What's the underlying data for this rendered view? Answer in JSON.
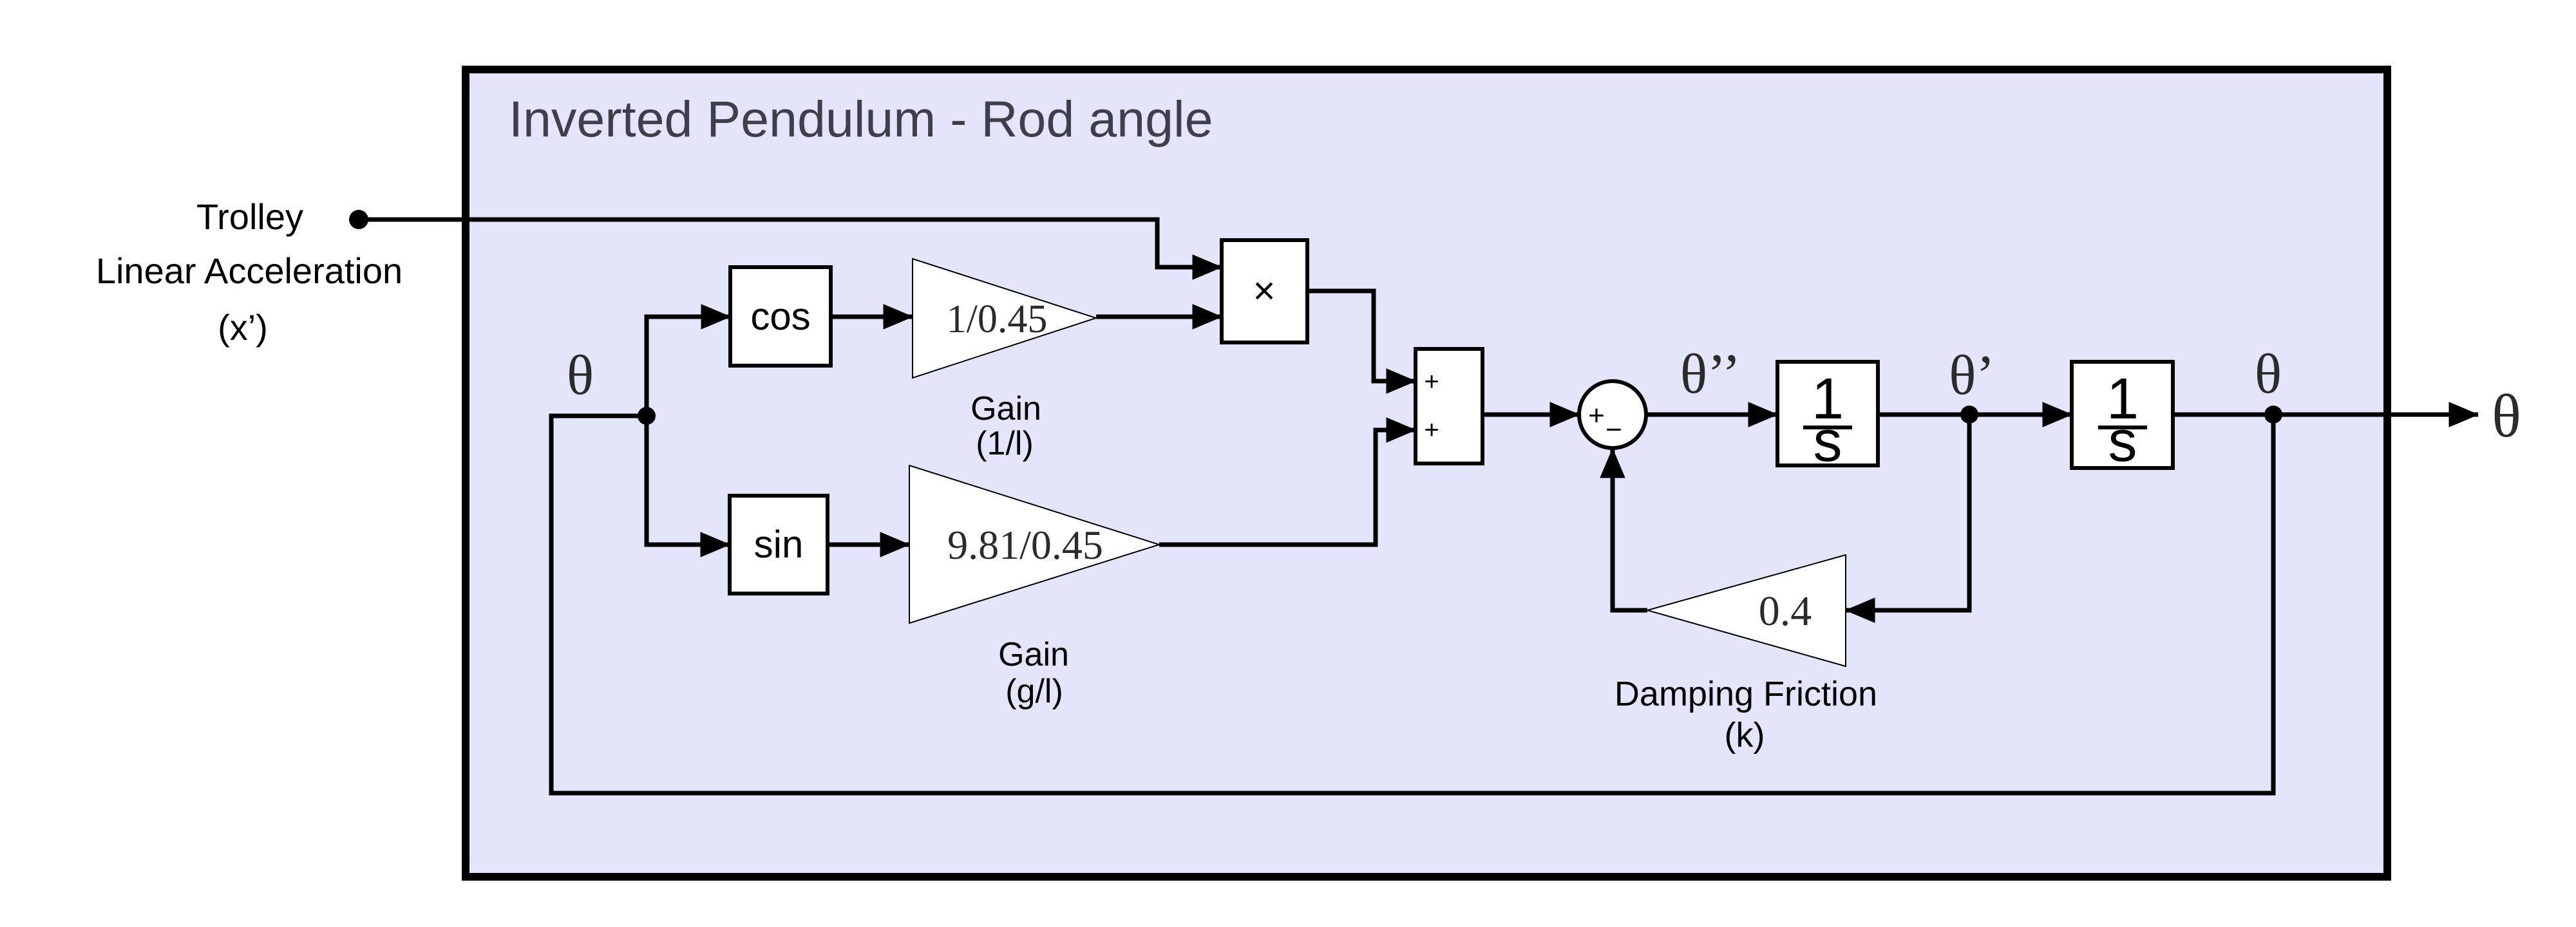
{
  "title": "Inverted Pendulum - Rod angle",
  "colors": {
    "background": "#FFFFFF",
    "box_fill": "#E4E4FA",
    "box_border": "#000000",
    "block_fill": "#FFFFFF",
    "wire": "#000000",
    "title_text": "#3F3F4B",
    "label_text": "#000000"
  },
  "input": {
    "label_line1": "Trolley",
    "label_line2": "Linear Acceleration",
    "label_line3": "(x’)"
  },
  "signals": {
    "theta_branch": "θ",
    "theta_ddot": "θ’’",
    "theta_dot": "θ’",
    "theta_inner": "θ",
    "theta_output": "θ"
  },
  "blocks": {
    "cos": {
      "label": "cos"
    },
    "sin": {
      "label": "sin"
    },
    "gain_inv_l": {
      "value": "1/0.45",
      "caption_line1": "Gain",
      "caption_line2": "(1/l)"
    },
    "gain_g_l": {
      "value": "9.81/0.45",
      "caption_line1": "Gain",
      "caption_line2": "(g/l)"
    },
    "product": {
      "symbol": "×"
    },
    "sum": {
      "sign_top": "+",
      "sign_bottom": "+"
    },
    "sum_junction": {
      "sign_plus": "+",
      "sign_minus": "−"
    },
    "integrator1": {
      "numerator": "1",
      "denominator": "s"
    },
    "integrator2": {
      "numerator": "1",
      "denominator": "s"
    },
    "damping": {
      "value": "0.4",
      "caption_line1": "Damping Friction",
      "caption_line2": "(k)"
    }
  }
}
